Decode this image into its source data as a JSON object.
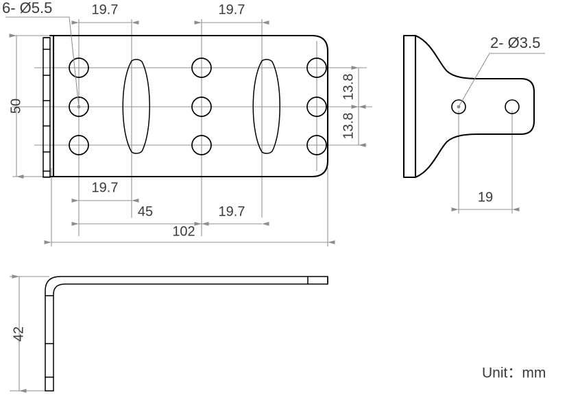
{
  "drawing": {
    "unit_note": "Unit：mm",
    "views": {
      "top": {
        "name": "top-view-plate",
        "callout": "6- Ø5.5",
        "dimensions": {
          "height_overall": "50",
          "width_overall": "102",
          "top_left_pitch": "19.7",
          "top_right_pitch": "19.7",
          "bottom_left_pitch": "19.7",
          "bottom_right_pitch": "19.7",
          "mid_span": "45",
          "row_pitch_upper": "13.8",
          "row_pitch_lower": "13.8"
        }
      },
      "side": {
        "name": "side-view-bracket",
        "callout": "2- Ø3.5",
        "dimensions": {
          "hole_spacing": "19"
        }
      },
      "front": {
        "name": "front-view-l-profile",
        "dimensions": {
          "height": "42"
        }
      }
    }
  },
  "colors": {
    "outline": "#000000",
    "dimension": "#8c8c8c",
    "text": "#3a3a3a",
    "background": "#ffffff"
  }
}
